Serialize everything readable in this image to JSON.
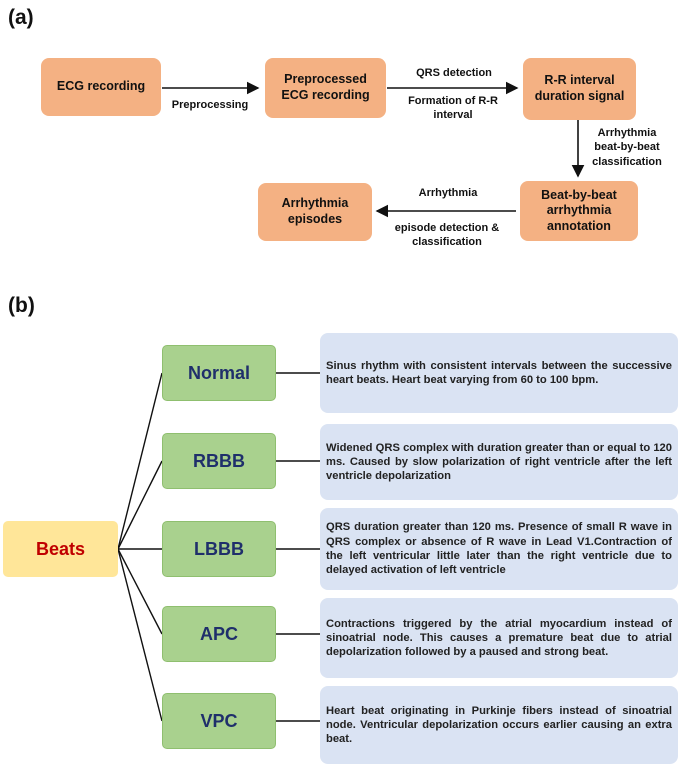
{
  "panel_a": {
    "label": "(a)",
    "nodes": {
      "ecg_recording": "ECG recording",
      "preprocessed": "Preprocessed ECG recording",
      "rr_interval": "R-R interval duration signal",
      "beat_annotation": "Beat-by-beat arrhythmia annotation",
      "arrhythmia_episodes": "Arrhythmia episodes"
    },
    "edges": {
      "preprocessing": "Preprocessing",
      "qrs_detection": "QRS detection",
      "formation_rr": "Formation of R-R interval",
      "beat_classification": "Arrhythmia beat-by-beat classification",
      "arrhythmia": "Arrhythmia",
      "episode_detection": "episode detection & classification"
    }
  },
  "panel_b": {
    "label": "(b)",
    "root": "Beats",
    "beats": [
      {
        "name": "Normal",
        "description": "Sinus rhythm with consistent intervals between the successive heart beats. Heart beat varying from 60 to 100 bpm."
      },
      {
        "name": "RBBB",
        "description": "Widened QRS complex with duration greater than or equal to 120 ms. Caused by slow polarization of right ventricle after the left ventricle depolarization"
      },
      {
        "name": "LBBB",
        "description": "QRS duration greater than 120 ms. Presence of small R wave in QRS complex or absence of R wave in Lead V1.Contraction of the left ventricular little later than the right ventricle due to delayed activation of left ventricle"
      },
      {
        "name": "APC",
        "description": "Contractions triggered by the atrial myocardium instead of sinoatrial node. This causes a premature beat due to atrial depolarization followed by a paused and strong beat."
      },
      {
        "name": "VPC",
        "description": "Heart beat originating in Purkinje fibers instead of sinoatrial node. Ventricular depolarization occurs earlier causing an extra beat."
      }
    ]
  },
  "colors": {
    "flow_box": "#f4b183",
    "beat_box": "#a9d18e",
    "description_box": "#dae3f3",
    "root_box": "#ffe699",
    "root_text": "#c00000",
    "beat_text": "#1f2f6b"
  }
}
